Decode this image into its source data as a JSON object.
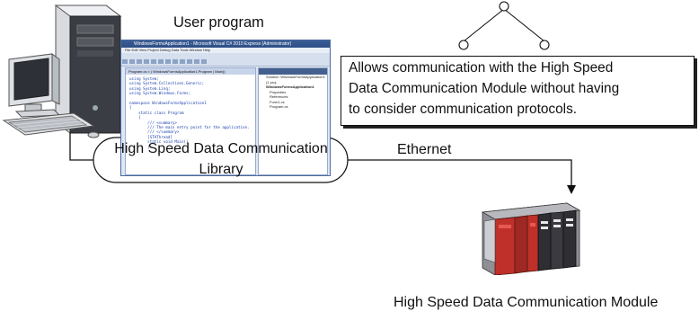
{
  "labels": {
    "user_program": "User program",
    "library": [
      "High Speed Data Communication",
      "Library"
    ],
    "ethernet": "Ethernet",
    "module": "High Speed Data Communication Module"
  },
  "description": [
    "Allows communication with the High Speed",
    "Data Communication Module without having",
    "to consider communication protocols."
  ],
  "ide": {
    "title": "WindowsFormsApplication1 - Microsoft Visual C# 2010 Express (Administrator)",
    "menu": "File  Edit  View  Project  Debug  Data  Tools  Window  Help",
    "tab": "Program.cs ×  |  WindowsFormsApplication1.Program  |  Main()",
    "code": [
      "using System;",
      "using System.Collections.Generic;",
      "using System.Linq;",
      "using System.Windows.Forms;",
      "",
      "namespace WindowsFormsApplication1",
      "{",
      "    static class Program",
      "    {",
      "        /// <summary>",
      "        /// The main entry point for the application.",
      "        /// </summary>",
      "        [STAThread]",
      "        static void Main()",
      "        {"
    ],
    "explorer": [
      "Solution 'WindowsFormsApplication1' (1 proj",
      "WindowsFormsApplication1",
      "Properties",
      "References",
      "Form1.cs",
      "Program.cs"
    ]
  },
  "colors": {
    "line": "#111111",
    "module_red": "#c0302a",
    "module_dark": "#2e2e33"
  }
}
